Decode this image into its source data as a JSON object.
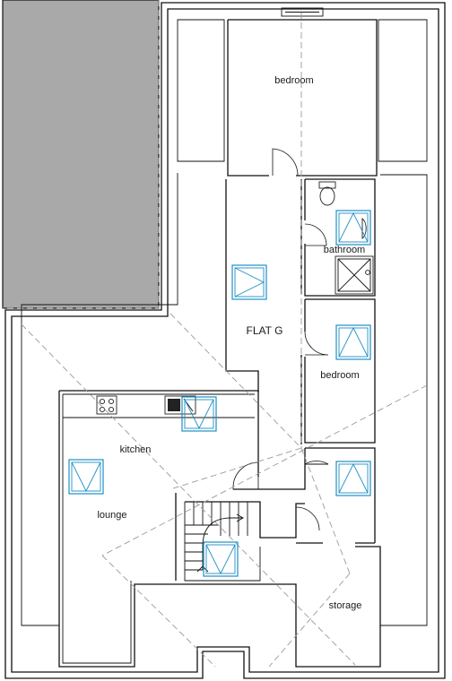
{
  "plan": {
    "flat_label": "FLAT G",
    "rooms": {
      "bedroom_top": "bedroom",
      "bathroom": "bathroom",
      "bedroom_mid": "bedroom",
      "kitchen": "kitchen",
      "lounge": "lounge",
      "storage": "storage"
    }
  },
  "colors": {
    "wall": "#111111",
    "neighbour_block": "#a9a9a9",
    "skylight": "#1f8fc4",
    "dashed_line": "#9a9a9a"
  },
  "icons": [
    "skylight-icon",
    "door-swing-icon",
    "wc-icon",
    "shower-icon",
    "hob-icon",
    "sink-icon",
    "stair-arrow-icon"
  ]
}
